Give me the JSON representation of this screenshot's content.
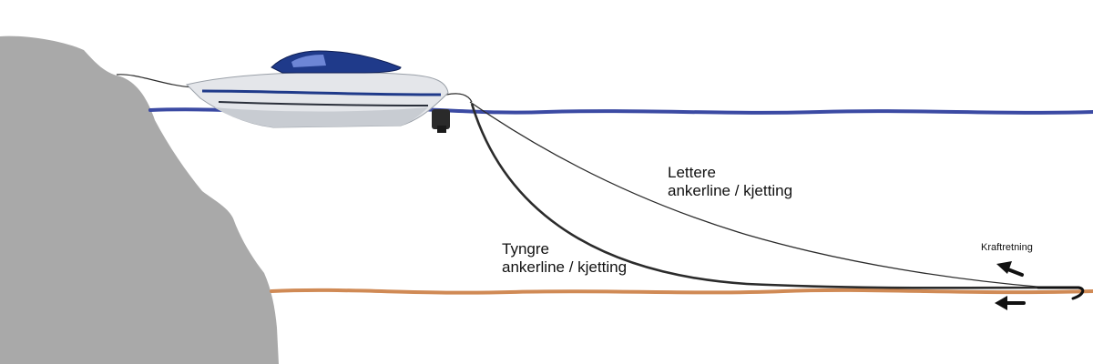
{
  "labels": {
    "lighter_line": [
      "Lettere",
      "ankerline / kjetting"
    ],
    "heavier_line": [
      "Tyngre",
      "ankerline / kjetting"
    ],
    "force_direction": "Kraftretning"
  },
  "colors": {
    "rock": "#a9a9a9",
    "water_surface": "#3b4aa3",
    "seabed": "#d08a55",
    "anchor_line": "#2b2b2b",
    "boat_hull": "#e4e6ea",
    "boat_accent": "#1f3a8a",
    "text": "#111111"
  },
  "icons": [
    "rock-shore",
    "motor-boat",
    "anchor-hook-icon",
    "arrow-left-icon"
  ]
}
